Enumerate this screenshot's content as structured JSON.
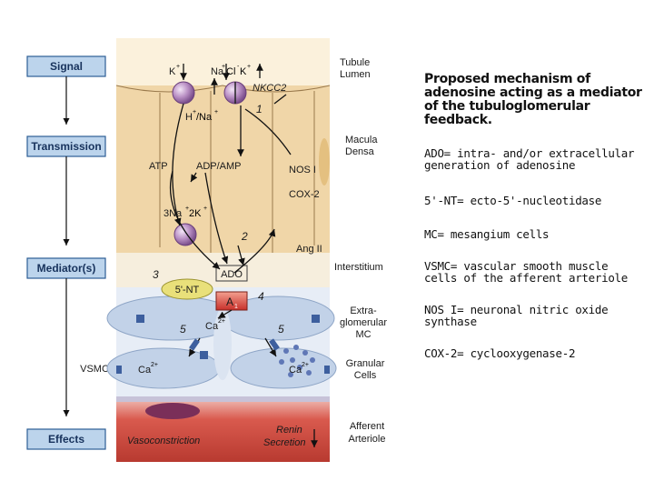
{
  "flow": {
    "signal": "Signal",
    "transmission": "Transmission",
    "mediators": "Mediator(s)",
    "vsmc": "VSMC",
    "effects": "Effects"
  },
  "region_labels": {
    "tubule_lumen_1": "Tubule",
    "tubule_lumen_2": "Lumen",
    "macula_densa_1": "Macula",
    "macula_densa_2": "Densa",
    "interstitium": "Interstitium",
    "extraglomerular_1": "Extra-",
    "extraglomerular_2": "glomerular",
    "extraglomerular_3": "MC",
    "granular_1": "Granular",
    "granular_2": "Cells",
    "afferent_1": "Afferent",
    "afferent_2": "Arteriole"
  },
  "diagram": {
    "k_plus": "K",
    "na_cl_k": "Na",
    "nkcc2": "NKCC2",
    "h_na": "H",
    "atp": "ATP",
    "adp_amp": "ADP/AMP",
    "nos1": "NOS I",
    "cox2": "COX-2",
    "pump": "3Na",
    "ang2": "Ang II",
    "ado": "ADO",
    "nt5": "5'-NT",
    "a1": "A",
    "ca_center": "Ca",
    "ca_left": "Ca",
    "ca_right": "Ca",
    "vasoconstriction": "Vasoconstriction",
    "renin": "Renin",
    "secretion": "Secretion",
    "step1": "1",
    "step2": "2",
    "step3": "3",
    "step4": "4",
    "step5a": "5",
    "step5b": "5"
  },
  "notes": {
    "title": "Proposed mechanism of adenosine acting as a mediator of the tubuloglomerular feedback.",
    "ado": "ADO= intra- and/or extracellular generation of adenosine",
    "nt": "5'-NT= ecto-5'-nucleotidase",
    "mc": "MC= mesangium cells",
    "vsmc": "VSMC= vascular smooth muscle cells of the afferent arteriole",
    "nos": "NOS I= neuronal nitric oxide synthase",
    "cox": "COX-2= cyclooxygenase-2"
  },
  "colors": {
    "tubule": "#f0d6a8",
    "mesangium": "#c2d2e8",
    "arteriole": "#d95a4e",
    "transporter": "#b98fc4",
    "flow_box": "#bcd4ec"
  }
}
